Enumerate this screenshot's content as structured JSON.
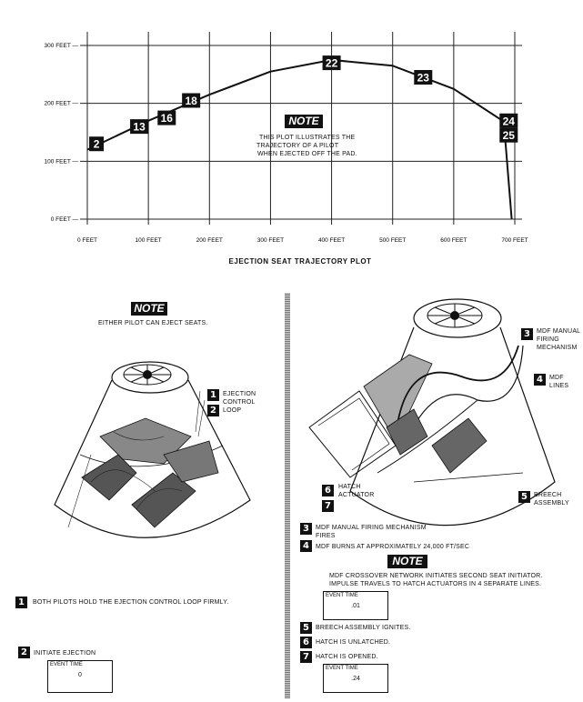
{
  "chart_data": {
    "type": "line",
    "title": "EJECTION SEAT TRAJECTORY PLOT",
    "x_ticks": [
      "0 FEET",
      "100 FEET",
      "200 FEET",
      "300 FEET",
      "400 FEET",
      "500 FEET",
      "600 FEET",
      "700 FEET"
    ],
    "y_ticks": [
      "0 FEET",
      "100 FEET",
      "200 FEET",
      "300 FEET"
    ],
    "xlim": [
      0,
      700
    ],
    "ylim": [
      0,
      300
    ],
    "grid": true,
    "x": [
      0,
      100,
      200,
      300,
      400,
      500,
      600,
      680,
      685,
      695
    ],
    "y": [
      120,
      170,
      215,
      255,
      275,
      265,
      225,
      170,
      130,
      0
    ],
    "markers": [
      {
        "label": "2",
        "x": 15,
        "y": 130
      },
      {
        "label": "13",
        "x": 85,
        "y": 160
      },
      {
        "label": "16",
        "x": 130,
        "y": 175
      },
      {
        "label": "18",
        "x": 170,
        "y": 205
      },
      {
        "label": "22",
        "x": 400,
        "y": 270
      },
      {
        "label": "23",
        "x": 550,
        "y": 245
      },
      {
        "label": "24",
        "x": 690,
        "y": 170
      },
      {
        "label": "25",
        "x": 690,
        "y": 145
      }
    ],
    "note": {
      "heading": "NOTE",
      "lines": [
        "THIS PLOT ILLUSTRATES THE",
        "TRAJECTORY OF A PILOT",
        "WHEN EJECTED OFF THE PAD."
      ]
    }
  },
  "left_panel": {
    "note_heading": "NOTE",
    "note_text": "EITHER PILOT CAN EJECT SEATS.",
    "callouts": [
      {
        "num": "1",
        "lines": [
          "EJECTION",
          "CONTROL"
        ]
      },
      {
        "num": "2",
        "lines": [
          "LOOP"
        ]
      }
    ],
    "steps": [
      {
        "num": "1",
        "text": "BOTH PILOTS HOLD THE EJECTION CONTROL LOOP FIRMLY."
      },
      {
        "num": "2",
        "text": "INITIATE EJECTION"
      }
    ],
    "event_time_label": "EVENT TIME",
    "event_time_value": "0"
  },
  "right_panel": {
    "callouts": [
      {
        "num": "3",
        "lines": [
          "MDF MANUAL",
          "FIRING",
          "MECHANISM"
        ]
      },
      {
        "num": "4",
        "lines": [
          "MDF",
          "LINES"
        ]
      },
      {
        "num": "5",
        "lines": [
          "BREECH",
          "ASSEMBLY"
        ]
      },
      {
        "num": "6",
        "lines": [
          "HATCH",
          "ACTUATOR"
        ]
      },
      {
        "num": "7",
        "lines": [
          ""
        ]
      }
    ],
    "steps_a": [
      {
        "num": "3",
        "lines": [
          "MDF MANUAL FIRING MECHANISM",
          "FIRES"
        ]
      },
      {
        "num": "4",
        "lines": [
          "MDF BURNS AT APPROXIMATELY 24,000 FT/SEC"
        ]
      }
    ],
    "note_heading": "NOTE",
    "note_lines": [
      "MDF CROSSOVER NETWORK INITIATES SECOND SEAT INITIATOR.",
      "IMPULSE TRAVELS TO HATCH ACTUATORS IN 4 SEPARATE LINES."
    ],
    "event_time_1_label": "EVENT TIME",
    "event_time_1_value": ".01",
    "steps_b": [
      {
        "num": "5",
        "text": "BREECH ASSEMBLY IGNITES."
      },
      {
        "num": "6",
        "text": "HATCH IS UNLATCHED."
      },
      {
        "num": "7",
        "text": "HATCH IS OPENED."
      }
    ],
    "event_time_2_label": "EVENT TIME",
    "event_time_2_value": ".24"
  }
}
